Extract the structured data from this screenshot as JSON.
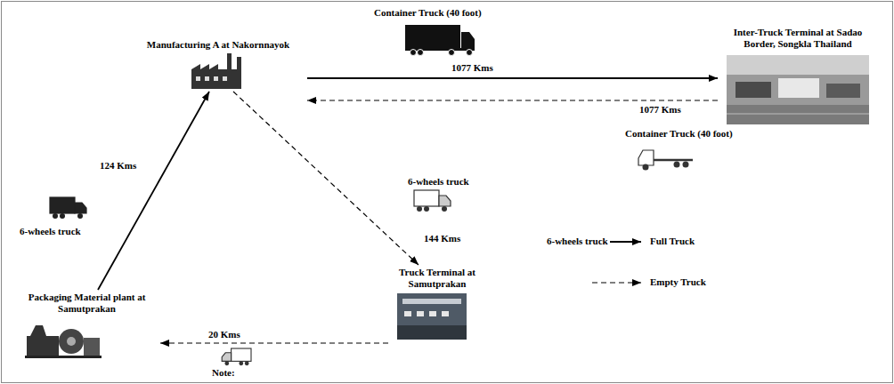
{
  "diagram": {
    "nodes": [
      {
        "text": [
          "Manufacturing A at Nakornnayok"
        ]
      },
      {
        "text": [
          "Inter-Truck Terminal at Sadao Border, Songkla Thailand"
        ]
      },
      {
        "text": [
          "Truck Terminal at Samutprakan"
        ]
      },
      {
        "text": [
          "Packaging Material plant at Samutprakan"
        ]
      }
    ],
    "edges": [
      {
        "from": 0,
        "to": 1,
        "arrow": "to",
        "label": "1077 Kms"
      },
      {
        "from": 1,
        "to": 0,
        "arrow": "to",
        "label": "1077 Kms"
      },
      {
        "from": 0,
        "to": 2,
        "arrow": "to",
        "label": "144 Kms"
      },
      {
        "from": 2,
        "to": 3,
        "arrow": "to",
        "label": "20 Kms"
      },
      {
        "from": 3,
        "to": 0,
        "arrow": "to",
        "label": "124 Kms"
      }
    ],
    "labels": [
      "Container Truck (40 foot)",
      "Container Truck (40 foot)",
      "6-wheels truck",
      "6-wheels truck",
      "6-wheels truck",
      "Note:"
    ],
    "legend": [
      {
        "text": "Full Truck"
      },
      {
        "text": "Empty Truck"
      }
    ]
  }
}
